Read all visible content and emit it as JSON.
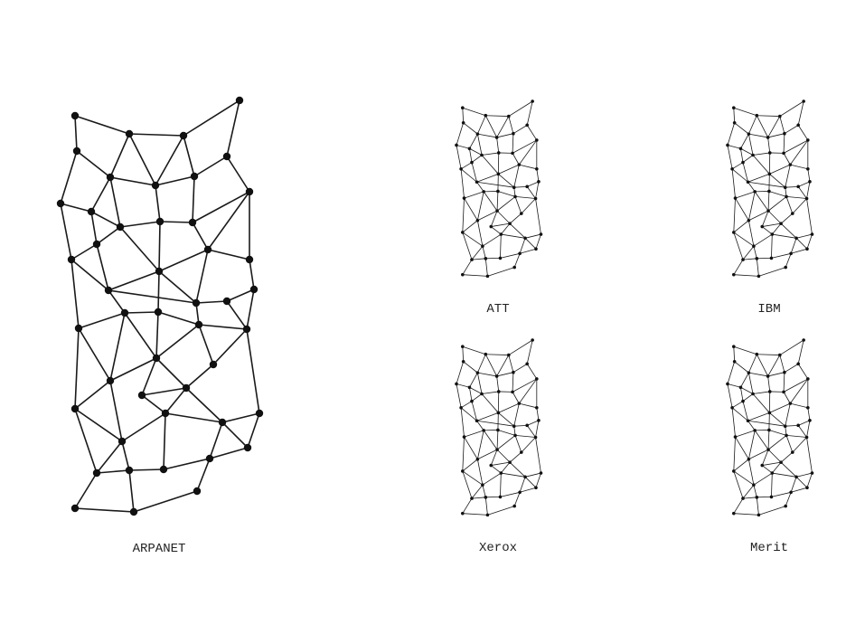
{
  "labels": {
    "arpanet": "ARPANET",
    "att": "ATT",
    "ibm": "IBM",
    "xerox": "Xerox",
    "merit": "Merit"
  },
  "colors": {
    "ink": "#111111",
    "background": "#ffffff"
  }
}
